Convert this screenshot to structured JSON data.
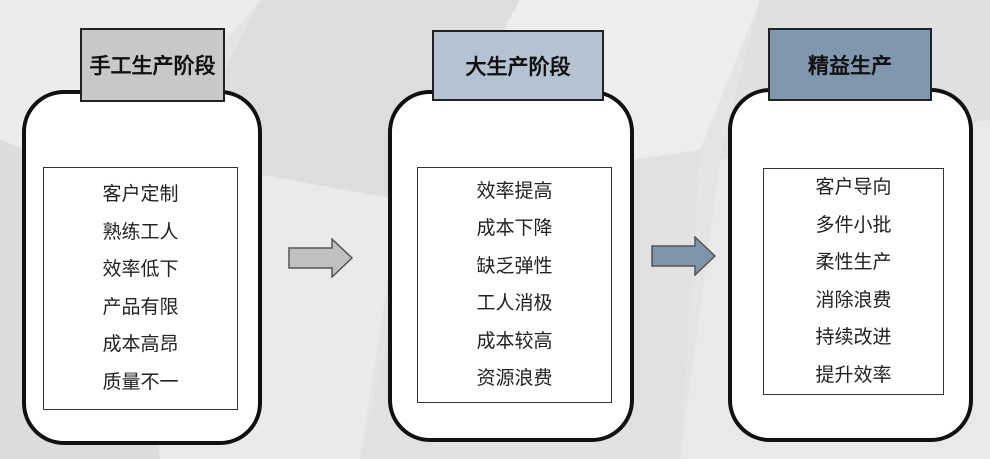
{
  "stages": [
    {
      "title": "手工生产阶段",
      "title_color": "#c8c8c8",
      "items": [
        "客户定制",
        "熟练工人",
        "效率低下",
        "产品有限",
        "成本高昂",
        "质量不一"
      ]
    },
    {
      "title": "大生产阶段",
      "title_color": "#b4c2d2",
      "items": [
        "效率提高",
        "成本下降",
        "缺乏弹性",
        "工人消极",
        "成本较高",
        "资源浪费"
      ]
    },
    {
      "title": "精益生产",
      "title_color": "#8097ae",
      "items": [
        "客户导向",
        "多件小批",
        "柔性生产",
        "消除浪费",
        "持续改进",
        "提升效率"
      ]
    }
  ],
  "arrows": [
    {
      "color": "#c0c0c0"
    },
    {
      "color": "#7f95ac"
    }
  ]
}
